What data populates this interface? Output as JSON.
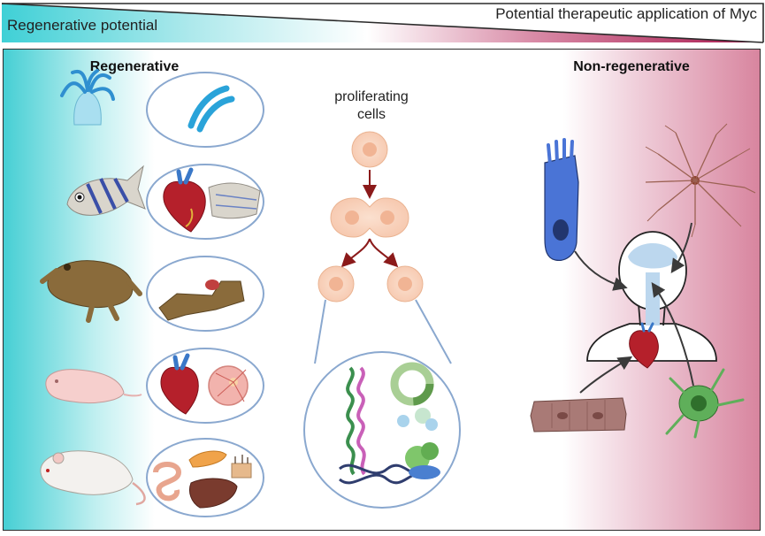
{
  "banner": {
    "left_label": "Regenerative potential",
    "right_label": "Potential therapeutic application of Myc",
    "colors": {
      "teal": "#3fd0d6",
      "magenta": "#a8174d"
    }
  },
  "panel": {
    "left_heading": "Regenerative",
    "right_heading": "Non-regenerative",
    "center_label_line1": "proliferating",
    "center_label_line2": "cells"
  },
  "organisms": [
    {
      "icon": "hydra-icon",
      "tissues": [
        "tentacle-icon"
      ]
    },
    {
      "icon": "zebrafish-icon",
      "tissues": [
        "heart-icon",
        "fin-icon"
      ]
    },
    {
      "icon": "frog-icon",
      "tissues": [
        "limb-icon"
      ]
    },
    {
      "icon": "neonatal-mouse-icon",
      "tissues": [
        "heart-icon",
        "retina-icon"
      ]
    },
    {
      "icon": "adult-mouse-icon",
      "tissues": [
        "intestine-icon",
        "pancreas-icon",
        "skin-icon",
        "liver-icon"
      ]
    }
  ],
  "nonregenerative_cells": [
    "photoreceptor-icon",
    "neuron-icon",
    "cardiomyocyte-icon",
    "glial-cell-icon",
    "human-torso-icon"
  ]
}
